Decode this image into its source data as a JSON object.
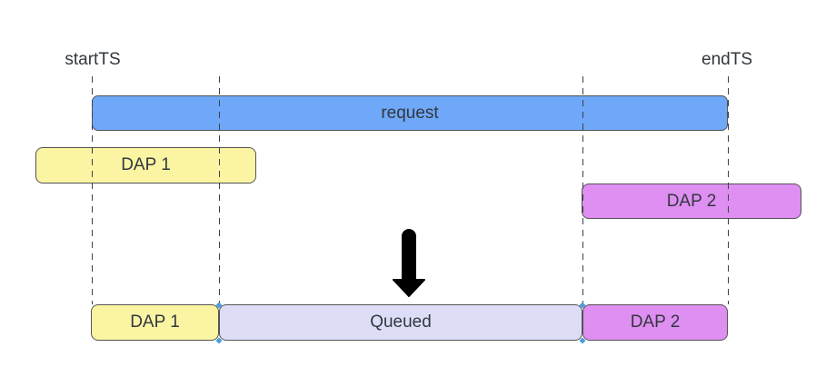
{
  "diagram": {
    "markers": {
      "start": "startTS",
      "end": "endTS"
    },
    "top_row": {
      "request": {
        "label": "request",
        "fill": "#6FA8F8"
      },
      "dap1": {
        "label": "DAP 1",
        "fill": "#FBF5A3"
      },
      "dap2": {
        "label": "DAP 2",
        "fill": "#DF8EF2"
      }
    },
    "bottom_row": {
      "dap1": {
        "label": "DAP 1",
        "fill": "#FBF5A3"
      },
      "queued": {
        "label": "Queued",
        "fill": "#DEDDF8"
      },
      "dap2": {
        "label": "DAP 2",
        "fill": "#DF8EF2"
      }
    },
    "arrow": {
      "icon": "down-arrow",
      "color": "#000000"
    },
    "style": {
      "background": "#FFFFFF",
      "border_color": "#545454",
      "text_color": "#32383E",
      "guide_color": "#3D4147"
    }
  }
}
